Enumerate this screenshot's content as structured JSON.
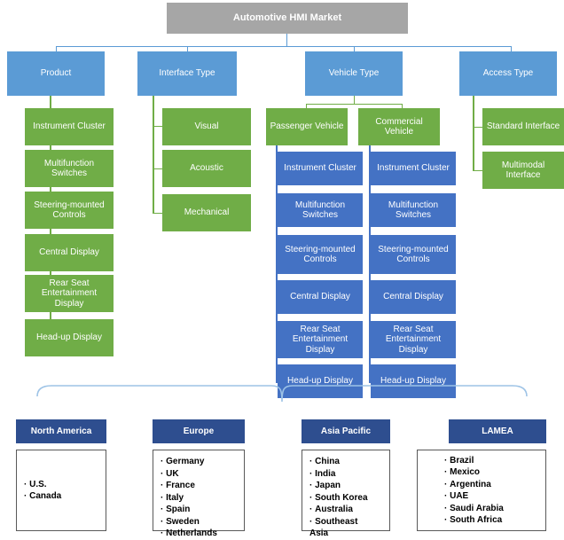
{
  "title": "Automotive HMI Market",
  "colors": {
    "title_bg": "#a6a6a6",
    "level1_bg": "#5b9bd5",
    "level2_bg": "#70ad47",
    "level3_bg": "#4472c4",
    "region_header_bg": "#2e4e8f",
    "region_body_bg": "#ffffff"
  },
  "segments": [
    {
      "label": "Product",
      "children": [
        {
          "label": "Instrument Cluster"
        },
        {
          "label": "Multifunction Switches"
        },
        {
          "label": "Steering-mounted Controls"
        },
        {
          "label": "Central Display"
        },
        {
          "label": "Rear Seat Entertainment Display"
        },
        {
          "label": "Head-up Display"
        }
      ]
    },
    {
      "label": "Interface Type",
      "children": [
        {
          "label": "Visual"
        },
        {
          "label": "Acoustic"
        },
        {
          "label": "Mechanical"
        }
      ]
    },
    {
      "label": "Vehicle Type",
      "children": [
        {
          "label": "Passenger Vehicle",
          "children": [
            {
              "label": "Instrument Cluster"
            },
            {
              "label": "Multifunction Switches"
            },
            {
              "label": "Steering-mounted Controls"
            },
            {
              "label": "Central Display"
            },
            {
              "label": "Rear Seat Entertainment Display"
            },
            {
              "label": "Head-up Display"
            }
          ]
        },
        {
          "label": "Commercial Vehicle",
          "children": [
            {
              "label": "Instrument Cluster"
            },
            {
              "label": "Multifunction Switches"
            },
            {
              "label": "Steering-mounted Controls"
            },
            {
              "label": "Central Display"
            },
            {
              "label": "Rear Seat Entertainment Display"
            },
            {
              "label": "Head-up Display"
            }
          ]
        }
      ]
    },
    {
      "label": "Access Type",
      "children": [
        {
          "label": "Standard Interface"
        },
        {
          "label": "Multimodal Interface"
        }
      ]
    }
  ],
  "regions": [
    {
      "label": "North America",
      "countries": [
        "U.S.",
        "Canada"
      ]
    },
    {
      "label": "Europe",
      "countries": [
        "Germany",
        "UK",
        "France",
        "Italy",
        "Spain",
        "Sweden",
        "Netherlands"
      ]
    },
    {
      "label": "Asia Pacific",
      "countries": [
        "China",
        "India",
        "Japan",
        "South Korea",
        "Australia",
        "Southeast\nAsia"
      ]
    },
    {
      "label": "LAMEA",
      "countries": [
        "Brazil",
        "Mexico",
        "Argentina",
        "UAE",
        "Saudi Arabia",
        "South Africa"
      ]
    }
  ]
}
